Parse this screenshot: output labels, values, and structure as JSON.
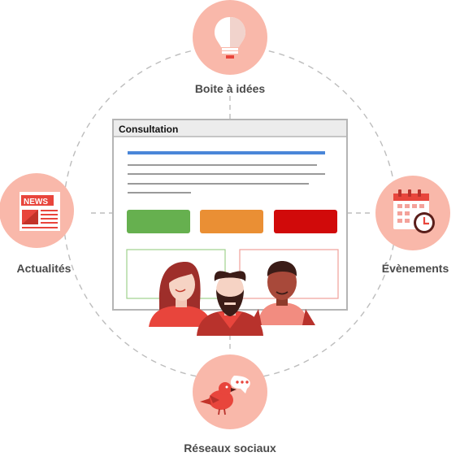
{
  "window": {
    "title": "Consultation"
  },
  "nodes": {
    "ideas": {
      "label": "Boite à idées",
      "icon": "lightbulb-icon"
    },
    "news": {
      "label": "Actualités",
      "icon": "newspaper-icon",
      "badge": "NEWS"
    },
    "events": {
      "label": "Évènements",
      "icon": "calendar-clock-icon"
    },
    "social": {
      "label": "Réseaux sociaux",
      "icon": "bird-chat-icon"
    }
  },
  "colors": {
    "node_fill": "#f9b8aa",
    "accent_red": "#e8453c",
    "dark_red": "#b8322c",
    "link_blue": "#4a86d8",
    "btn_green": "#66b04f",
    "btn_orange": "#ea8f34",
    "btn_red": "#d10a0a",
    "dashed_ring": "#b8b8b8"
  }
}
